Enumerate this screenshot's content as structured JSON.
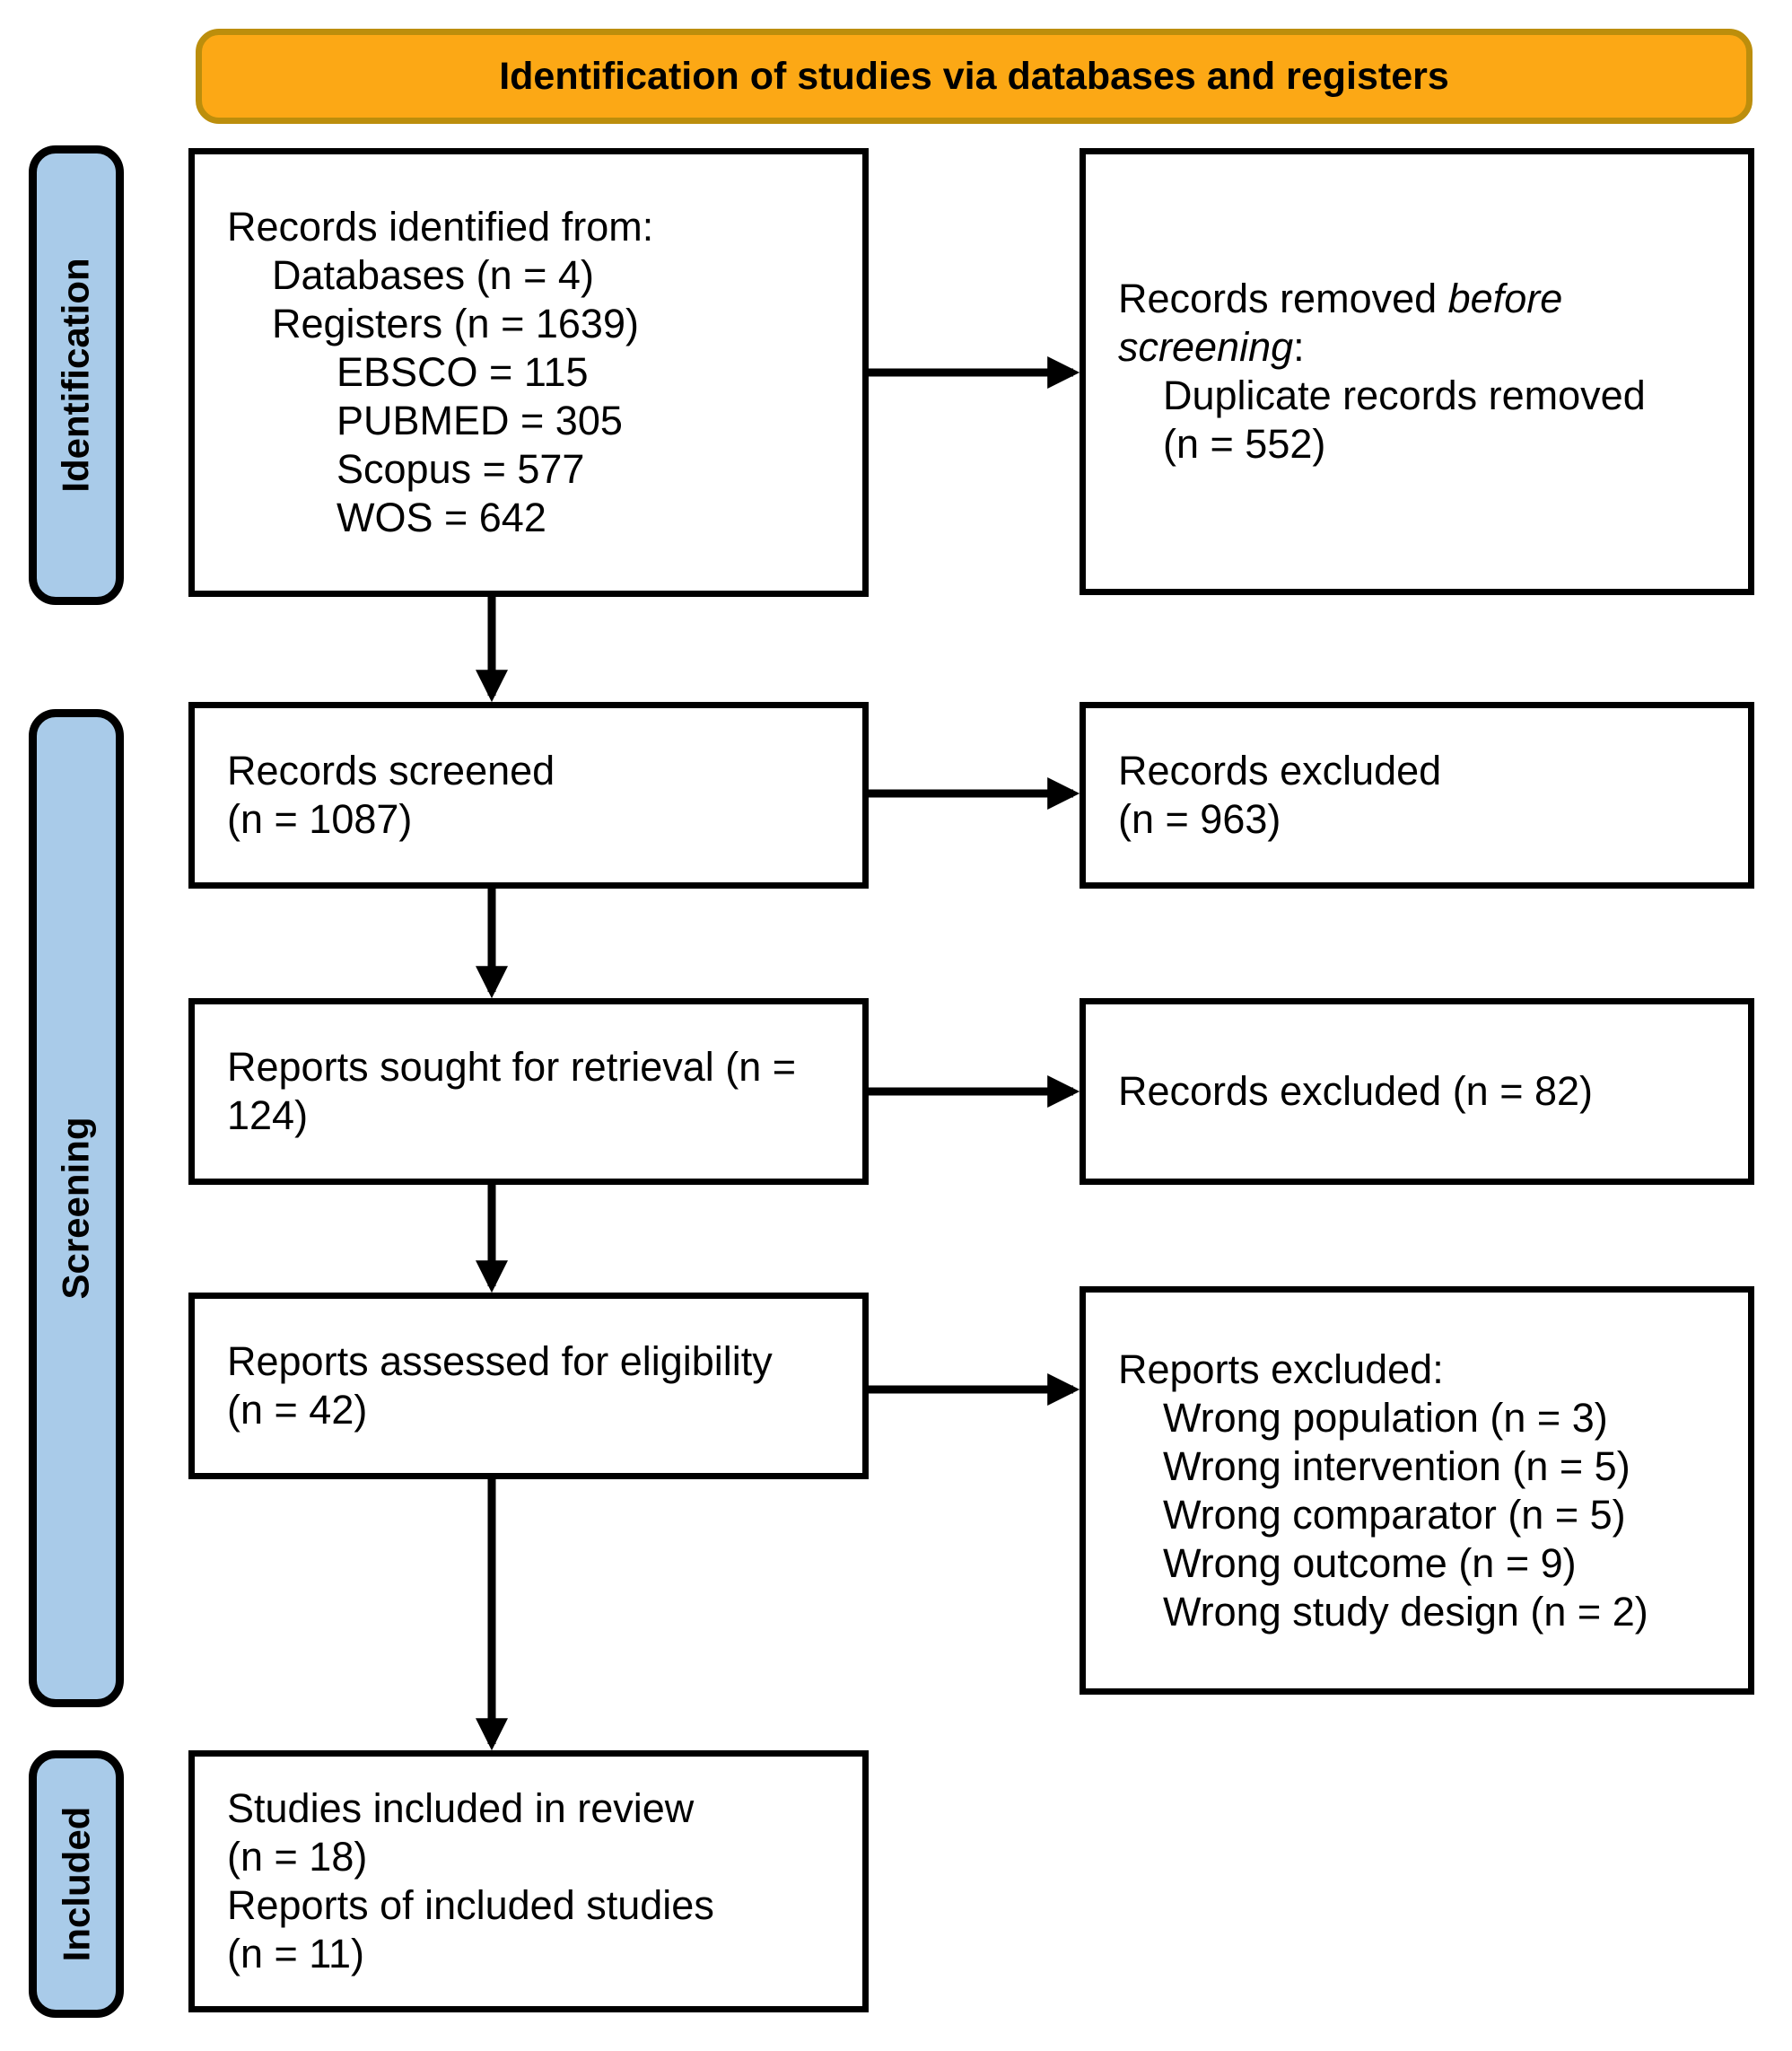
{
  "banner": {
    "title": "Identification of studies via databases and registers"
  },
  "colors": {
    "banner_fill": "#FCA815",
    "banner_border": "#BC8E0C",
    "stage_fill": "#A9CBE9",
    "line_color": "#000000"
  },
  "stages": {
    "identification": "Identification",
    "screening": "Screening",
    "included": "Included"
  },
  "boxes": {
    "identified": {
      "lines": [
        {
          "text": "Records identified from:",
          "indent": 0
        },
        {
          "text": "Databases (n = 4)",
          "indent": 1
        },
        {
          "text": "Registers (n = 1639)",
          "indent": 1
        },
        {
          "text": "EBSCO = 115",
          "indent": 2
        },
        {
          "text": "PUBMED = 305",
          "indent": 2
        },
        {
          "text": "Scopus = 577",
          "indent": 2
        },
        {
          "text": "WOS = 642",
          "indent": 2
        }
      ]
    },
    "removed_before_screening": {
      "lines": [
        {
          "segments": [
            {
              "text": "Records removed "
            },
            {
              "text": "before",
              "italic": true
            }
          ],
          "indent": 0
        },
        {
          "segments": [
            {
              "text": "screening",
              "italic": true
            },
            {
              "text": ":"
            }
          ],
          "indent": 0
        },
        {
          "text": "Duplicate records removed",
          "indent": 1
        },
        {
          "text": "(n = 552)",
          "indent": 1
        }
      ]
    },
    "screened": {
      "lines": [
        {
          "text": "Records screened",
          "indent": 0
        },
        {
          "text": "(n = 1087)",
          "indent": 0
        }
      ]
    },
    "excluded_screening": {
      "lines": [
        {
          "text": "Records excluded",
          "indent": 0
        },
        {
          "text": "(n = 963)",
          "indent": 0
        }
      ]
    },
    "sought": {
      "lines": [
        {
          "text": "Reports sought for retrieval (n =",
          "indent": 0
        },
        {
          "text": "124)",
          "indent": 0
        }
      ]
    },
    "excluded_retrieval": {
      "lines": [
        {
          "text": "Records excluded (n = 82)",
          "indent": 0
        }
      ]
    },
    "assessed": {
      "lines": [
        {
          "text": "Reports assessed for eligibility",
          "indent": 0
        },
        {
          "text": "(n = 42)",
          "indent": 0
        }
      ]
    },
    "reports_excluded": {
      "lines": [
        {
          "text": "Reports excluded:",
          "indent": 0
        },
        {
          "text": "Wrong population (n = 3)",
          "indent": 1
        },
        {
          "text": "Wrong intervention (n = 5)",
          "indent": 1
        },
        {
          "text": "Wrong comparator (n = 5)",
          "indent": 1
        },
        {
          "text": "Wrong outcome (n = 9)",
          "indent": 1
        },
        {
          "text": "Wrong study design (n = 2)",
          "indent": 1
        }
      ]
    },
    "included_in_review": {
      "lines": [
        {
          "text": "Studies included in review",
          "indent": 0
        },
        {
          "text": "(n = 18)",
          "indent": 0
        },
        {
          "text": "Reports of included studies",
          "indent": 0
        },
        {
          "text": "(n = 11)",
          "indent": 0
        }
      ]
    }
  }
}
